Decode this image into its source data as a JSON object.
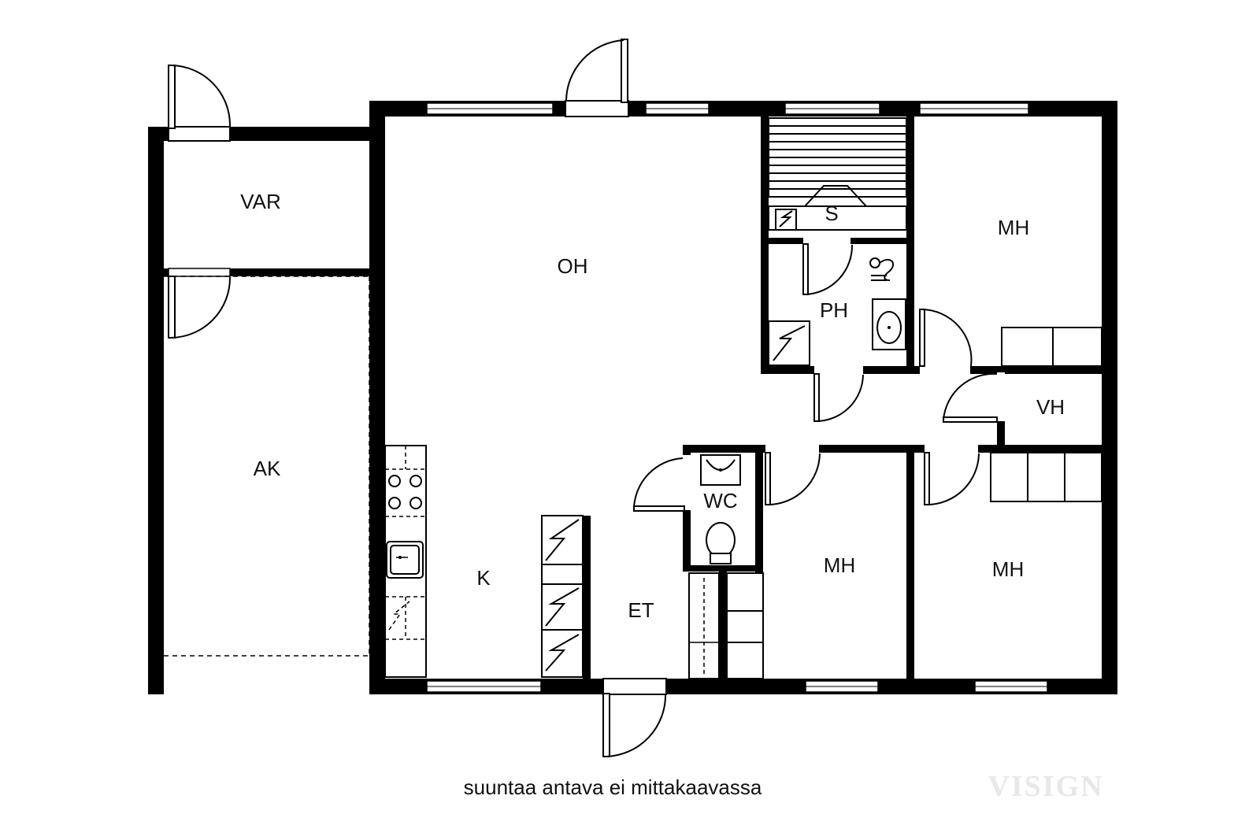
{
  "rooms": {
    "var": "VAR",
    "ak": "AK",
    "oh": "OH",
    "s": "S",
    "mh_top": "MH",
    "ph": "PH",
    "vh": "VH",
    "wc": "WC",
    "k": "K",
    "et": "ET",
    "mh_middle": "MH",
    "mh_right": "MH"
  },
  "caption": "suuntaa antava ei mittakaavassa",
  "watermark": "VISIGN",
  "colors": {
    "wall": "#000000",
    "background": "#ffffff",
    "watermark": "#e8e8e8"
  }
}
